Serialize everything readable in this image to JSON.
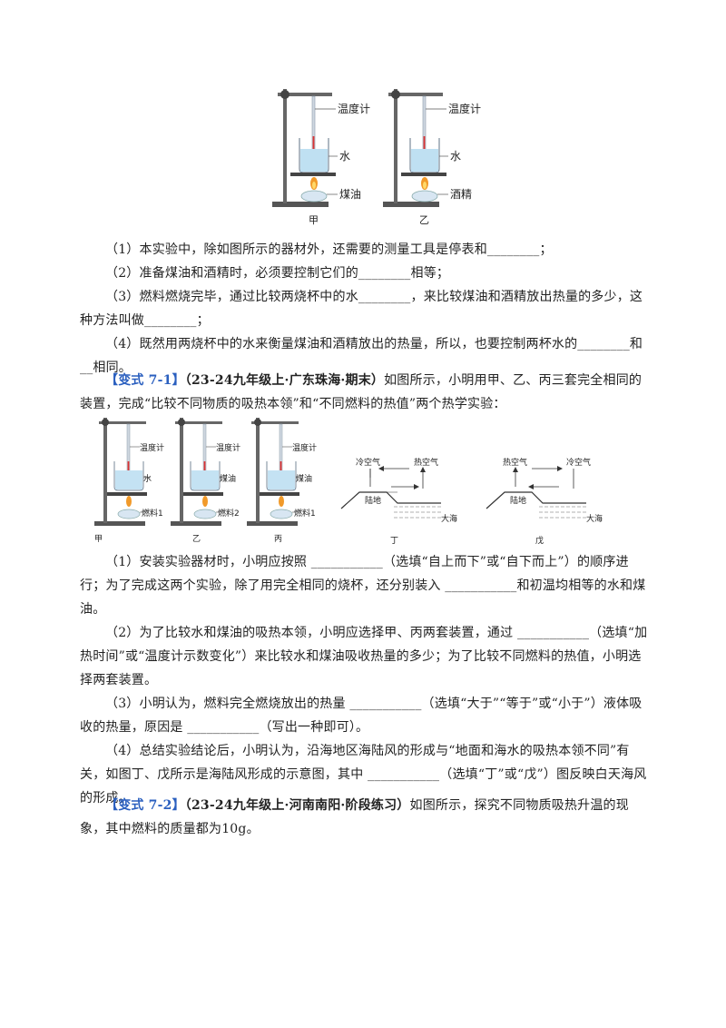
{
  "figure1": {
    "thermometer_label": "温度计",
    "water_label": "水",
    "left_fuel_label": "煤油",
    "right_fuel_label": "酒精",
    "left_caption": "甲",
    "right_caption": "乙"
  },
  "q1": [
    "（1）本实验中，除如图所示的器材外，还需要的测量工具是停表和________；",
    "（2）准备煤油和酒精时，必须要控制它们的________相等；",
    "（3）燃料燃烧完毕，通过比较两烧杯中的水________，来比较煤油和酒精放出热量的多少，这种方法叫做________；",
    "（4）既然用两烧杯中的水来衡量煤油和酒精放出的热量，所以，也要控制两杯水的________和__相同。"
  ],
  "variant1": {
    "tag": "【变式 7-1】",
    "source": "（23-24九年级上·广东珠海·期末）",
    "stem": "如图所示，小明用甲、乙、丙三套完全相同的装置，完成“比较不同物质的吸热本领”和“不同燃料的热值”两个热学实验："
  },
  "figure2": {
    "thermometer_label": "温度计",
    "a_liquid": "水",
    "b_liquid": "煤油",
    "c_liquid": "煤油",
    "a_fuel": "燃料1",
    "b_fuel": "燃料2",
    "c_fuel": "燃料1",
    "a_caption": "甲",
    "b_caption": "乙",
    "c_caption": "丙",
    "d_left_air": "冷空气",
    "d_right_air": "热空气",
    "d_land": "陆地",
    "d_sea": "大海",
    "d_caption": "丁",
    "e_left_air": "热空气",
    "e_right_air": "冷空气",
    "e_land": "陆地",
    "e_sea": "大海",
    "e_caption": "戊"
  },
  "q2": [
    "（1）安装实验器材时，小明应按照 ___________（选填“自上而下”或“自下而上”）的顺序进行；为了完成这两个实验，除了用完全相同的烧杯，还分别装入 ___________和初温均相等的水和煤油。",
    "（2）为了比较水和煤油的吸热本领，小明应选择甲、丙两套装置，通过 ___________（选填“加热时间”或“温度计示数变化”）来比较水和煤油吸收热量的多少；为了比较不同燃料的热值，小明选择两套装置。",
    "（3）小明认为，燃料完全燃烧放出的热量 ___________（选填“大于”“等于”或“小于”）液体吸收的热量，原因是 ___________（写出一种即可）。",
    "（4）总结实验结论后，小明认为，沿海地区海陆风的形成与“地面和海水的吸热本领不同”有关，如图丁、戊所示是海陆风形成的示意图，其中 ___________（选填“丁”或“戊”）图反映白天海风的形成。"
  ],
  "variant2": {
    "tag": "【变式 7-2】",
    "source": "（23-24九年级上·河南南阳·阶段练习）",
    "stem": "如图所示，探究不同物质吸热升温的现象，其中燃料的质量都为10g。"
  }
}
